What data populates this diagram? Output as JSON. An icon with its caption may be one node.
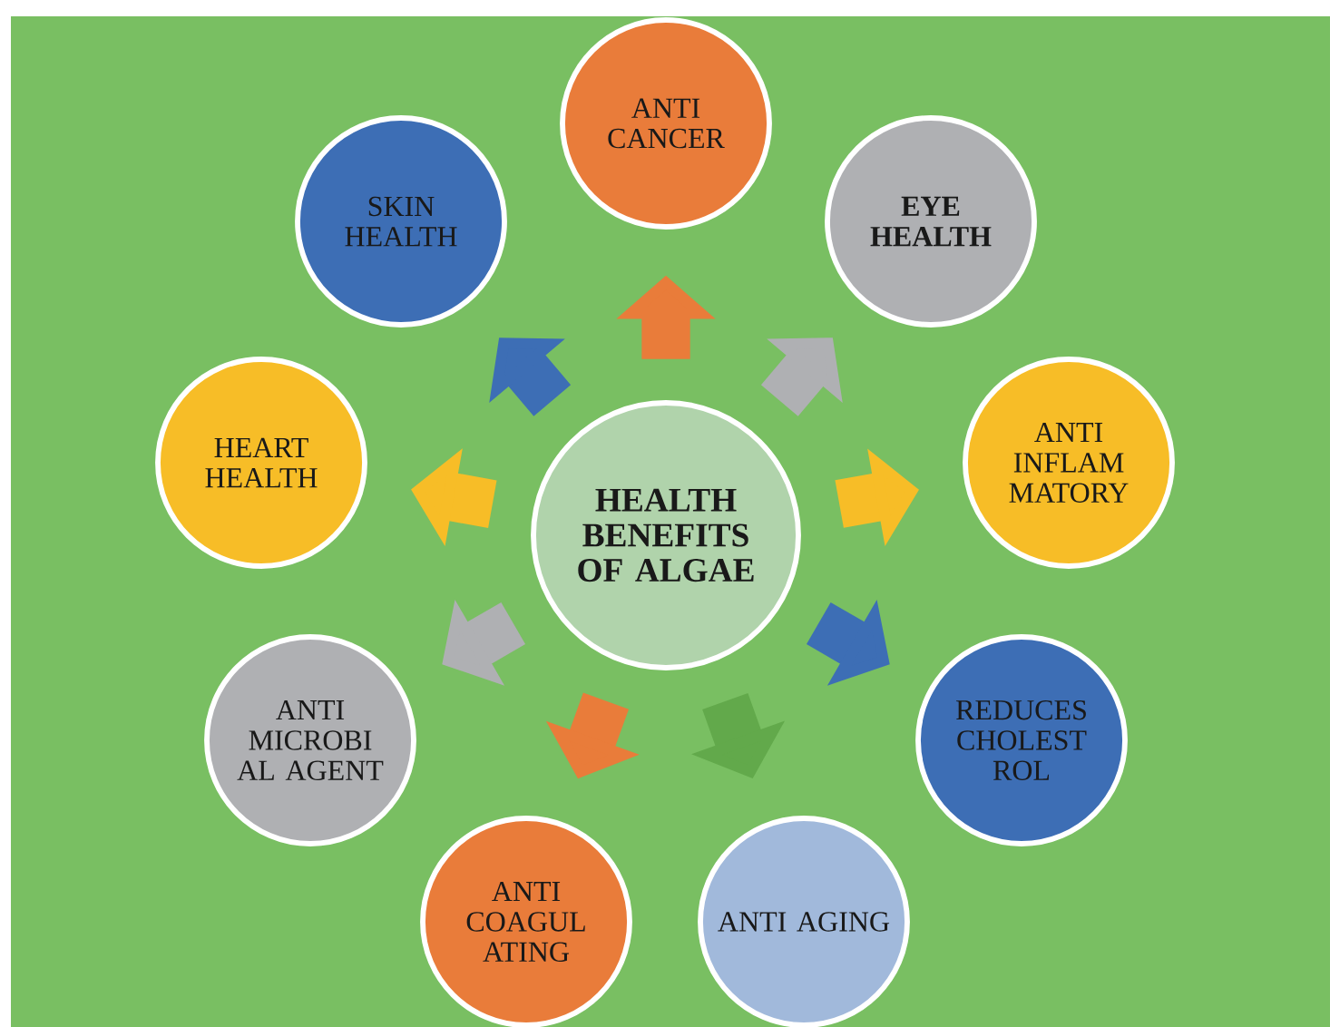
{
  "diagram": {
    "nodes": [
      {
        "text": [
          "HEALTH BENEFITS OF ALGAE"
        ]
      },
      {
        "text": [
          "ANTI CANCER"
        ]
      },
      {
        "text": [
          "EYE HEALTH"
        ]
      },
      {
        "text": [
          "ANTI INFLAM MATORY"
        ]
      },
      {
        "text": [
          "REDUCES CHOLEST ROL"
        ]
      },
      {
        "text": [
          "ANTI AGING"
        ]
      },
      {
        "text": [
          "ANTI COAGUL ATING"
        ]
      },
      {
        "text": [
          "ANTI MICROBI AL AGENT"
        ]
      },
      {
        "text": [
          "HEART HEALTH"
        ]
      },
      {
        "text": [
          "SKIN HEALTH"
        ]
      }
    ],
    "edges": [
      {
        "from": 0,
        "to": 1,
        "arrow": "to",
        "color": "#e97c3a"
      },
      {
        "from": 0,
        "to": 2,
        "arrow": "to",
        "color": "#afb0b3"
      },
      {
        "from": 0,
        "to": 3,
        "arrow": "to",
        "color": "#f7bd27"
      },
      {
        "from": 0,
        "to": 4,
        "arrow": "to",
        "color": "#3d6eb5"
      },
      {
        "from": 0,
        "to": 5,
        "arrow": "to",
        "color": "#62a94b"
      },
      {
        "from": 0,
        "to": 6,
        "arrow": "to",
        "color": "#e97c3a"
      },
      {
        "from": 0,
        "to": 7,
        "arrow": "to",
        "color": "#afb0b3"
      },
      {
        "from": 0,
        "to": 8,
        "arrow": "to",
        "color": "#f7bd27"
      },
      {
        "from": 0,
        "to": 9,
        "arrow": "to",
        "color": "#3d6eb5"
      }
    ]
  }
}
